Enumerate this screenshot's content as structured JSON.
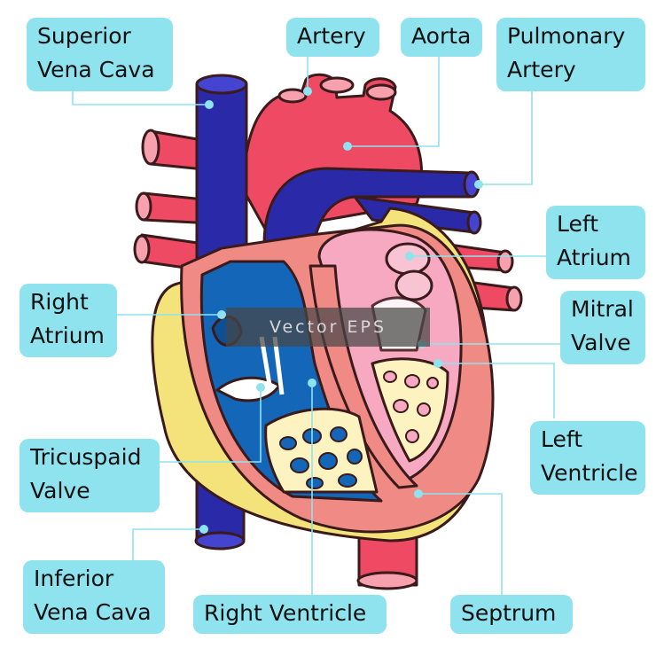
{
  "labels": {
    "superior_vena_cava": "Superior\nVena Cava",
    "artery": "Artery",
    "aorta": "Aorta",
    "pulmonary_artery": "Pulmonary\nArtery",
    "left_atrium": "Left\nAtrium",
    "right_atrium": "Right\nAtrium",
    "mitral_valve": "Mitral\nValve",
    "left_ventricle": "Left\nVentricle",
    "tricuspaid_valve": "Tricuspaid\nValve",
    "inferior_vena_cava": "Inferior\nVena Cava",
    "right_ventricle": "Right Ventricle",
    "septrum": "Septrum"
  },
  "watermark": "Vector EPS",
  "colors": {
    "label_background": "#8fe3ef",
    "vein_blue": "#2a2aa8",
    "artery_red": "#ef4a63",
    "fat_yellow": "#f4e27a",
    "muscle_salmon": "#f08a84",
    "right_chamber_blue": "#1466b8",
    "left_chamber_pink": "#f6a9c0"
  }
}
